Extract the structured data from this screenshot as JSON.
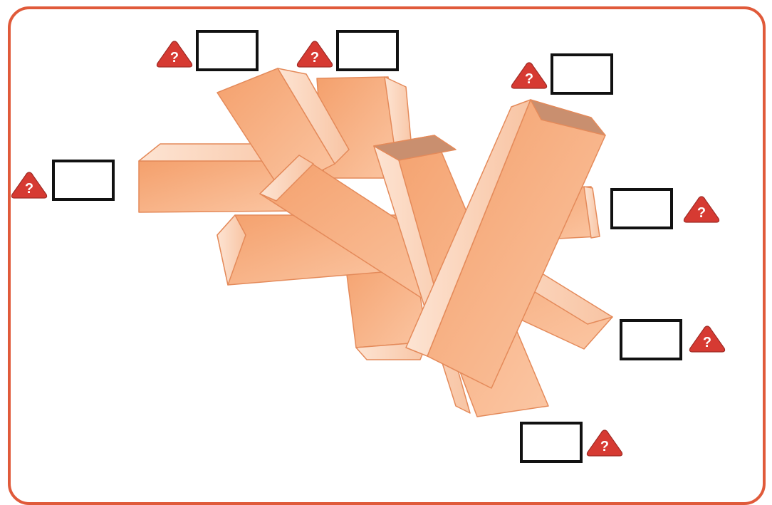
{
  "puzzle": {
    "colors": {
      "frame": "#e05a3a",
      "stick_main": "#f6a877",
      "stick_light": "#fbd8c2",
      "stick_top": "#c98f6f",
      "stick_outline": "#e48a5a",
      "warning": "#d63a32",
      "slot_border": "#111111"
    },
    "sticks_count": 8,
    "slots": [
      {
        "id": "slot-1",
        "warning_icon": "question-warning-icon",
        "warning_symbol": "?",
        "value": ""
      },
      {
        "id": "slot-2",
        "warning_icon": "question-warning-icon",
        "warning_symbol": "?",
        "value": ""
      },
      {
        "id": "slot-3",
        "warning_icon": "question-warning-icon",
        "warning_symbol": "?",
        "value": ""
      },
      {
        "id": "slot-4",
        "warning_icon": "question-warning-icon",
        "warning_symbol": "?",
        "value": ""
      },
      {
        "id": "slot-5",
        "warning_icon": "question-warning-icon",
        "warning_symbol": "?",
        "value": ""
      },
      {
        "id": "slot-6",
        "warning_icon": "question-warning-icon",
        "warning_symbol": "?",
        "value": ""
      },
      {
        "id": "slot-7",
        "warning_icon": "question-warning-icon",
        "warning_symbol": "?",
        "value": ""
      }
    ]
  }
}
